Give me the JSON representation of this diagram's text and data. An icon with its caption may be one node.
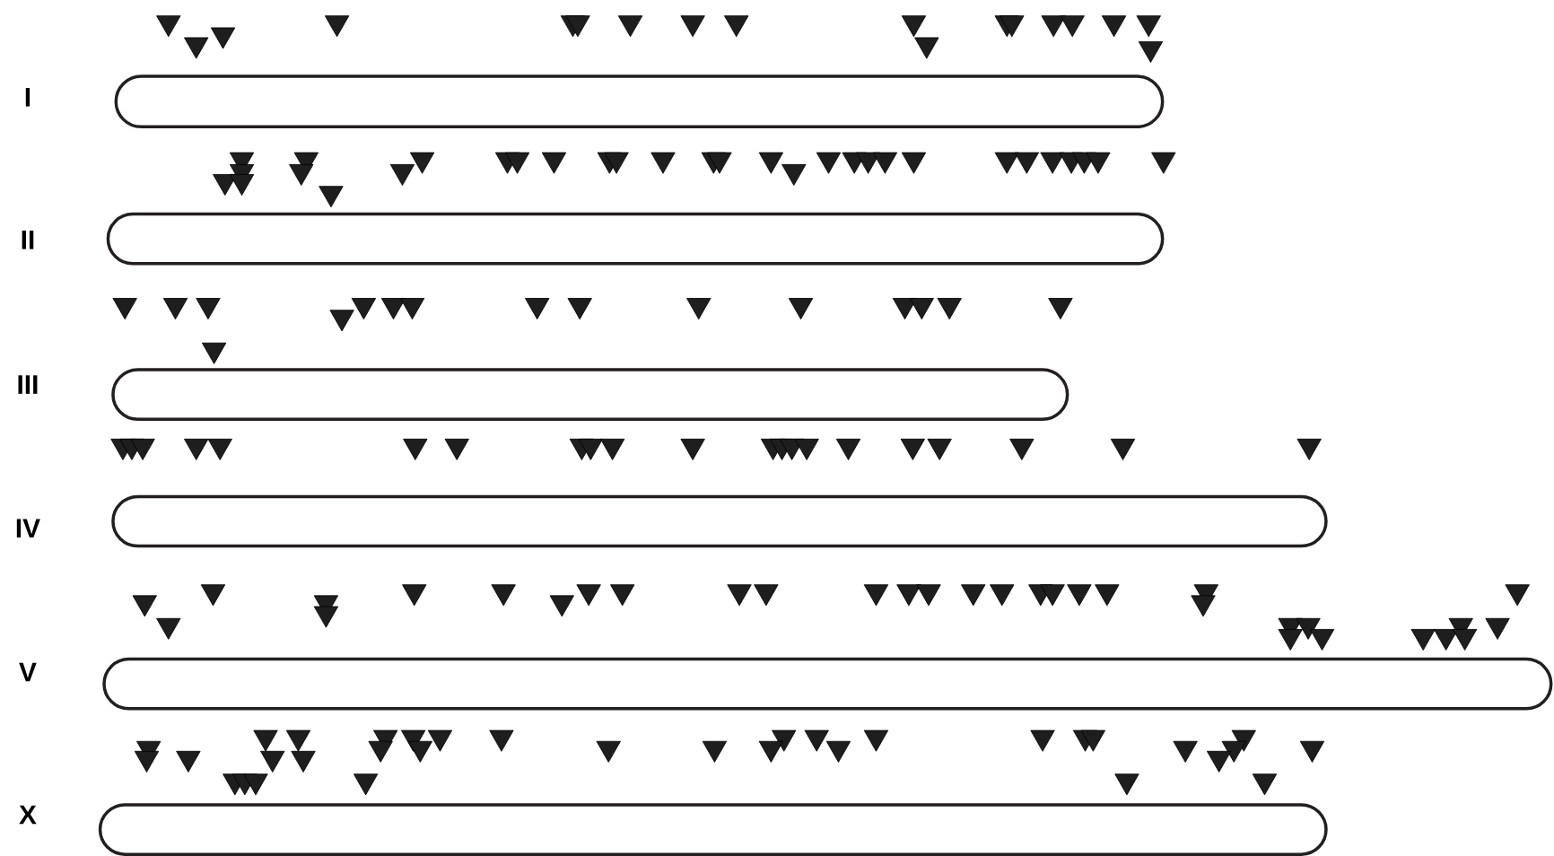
{
  "diagram": {
    "nodes": [
      {
        "text": [
          "I"
        ]
      },
      {
        "text": [
          "II"
        ]
      },
      {
        "text": [
          "III"
        ]
      },
      {
        "text": [
          "IV"
        ]
      },
      {
        "text": [
          "V"
        ]
      },
      {
        "text": [
          "X"
        ]
      }
    ]
  }
}
